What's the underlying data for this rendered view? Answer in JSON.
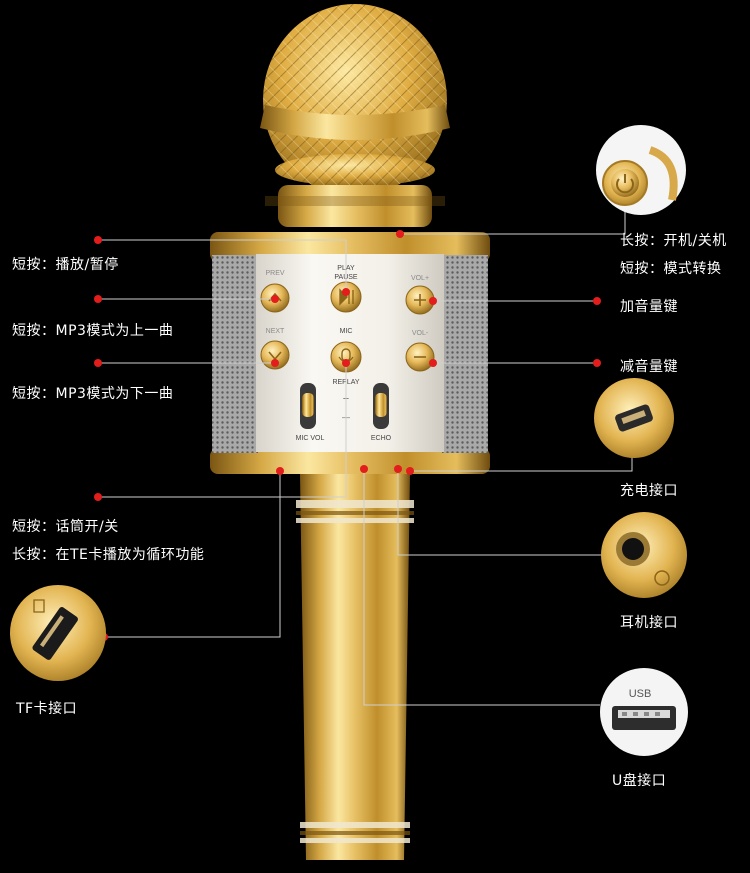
{
  "panel": {
    "btn_prev": "PREV",
    "btn_play": "PLAY",
    "btn_pause": "PAUSE",
    "btn_vol_up": "VOL+",
    "btn_next": "NEXT",
    "btn_mic": "MIC",
    "btn_vol_down": "VOL-",
    "btn_replay": "REPLAY",
    "slider_plus": "+",
    "slider_minus": "—",
    "slider_mic_vol": "MIC VOL",
    "slider_echo": "ECHO"
  },
  "callouts": {
    "power_long": "长按：开机/关机",
    "power_short": "短按：模式转换",
    "play_short": "短按：播放/暂停",
    "prev_short": "短按：MP3模式为上一曲",
    "next_short": "短按：MP3模式为下一曲",
    "vol_up": "加音量键",
    "vol_down": "减音量键",
    "charge_port": "充电接口",
    "mic_short": "短按：话筒开/关",
    "mic_long": "长按：在TE卡播放为循环功能",
    "earphone_port": "耳机接口",
    "tf_port": "TF卡接口",
    "usb_port": "U盘接口",
    "usb_text": "USB"
  },
  "colors": {
    "gold_light": "#fbe7a1",
    "gold_mid": "#dcb04f",
    "gold_dark": "#8a6418",
    "panel_white": "#f6f3ec",
    "speaker_gray": "#8e8e8e",
    "callout_dot": "#e31c1c",
    "leader_line": "#cfcfcf"
  }
}
